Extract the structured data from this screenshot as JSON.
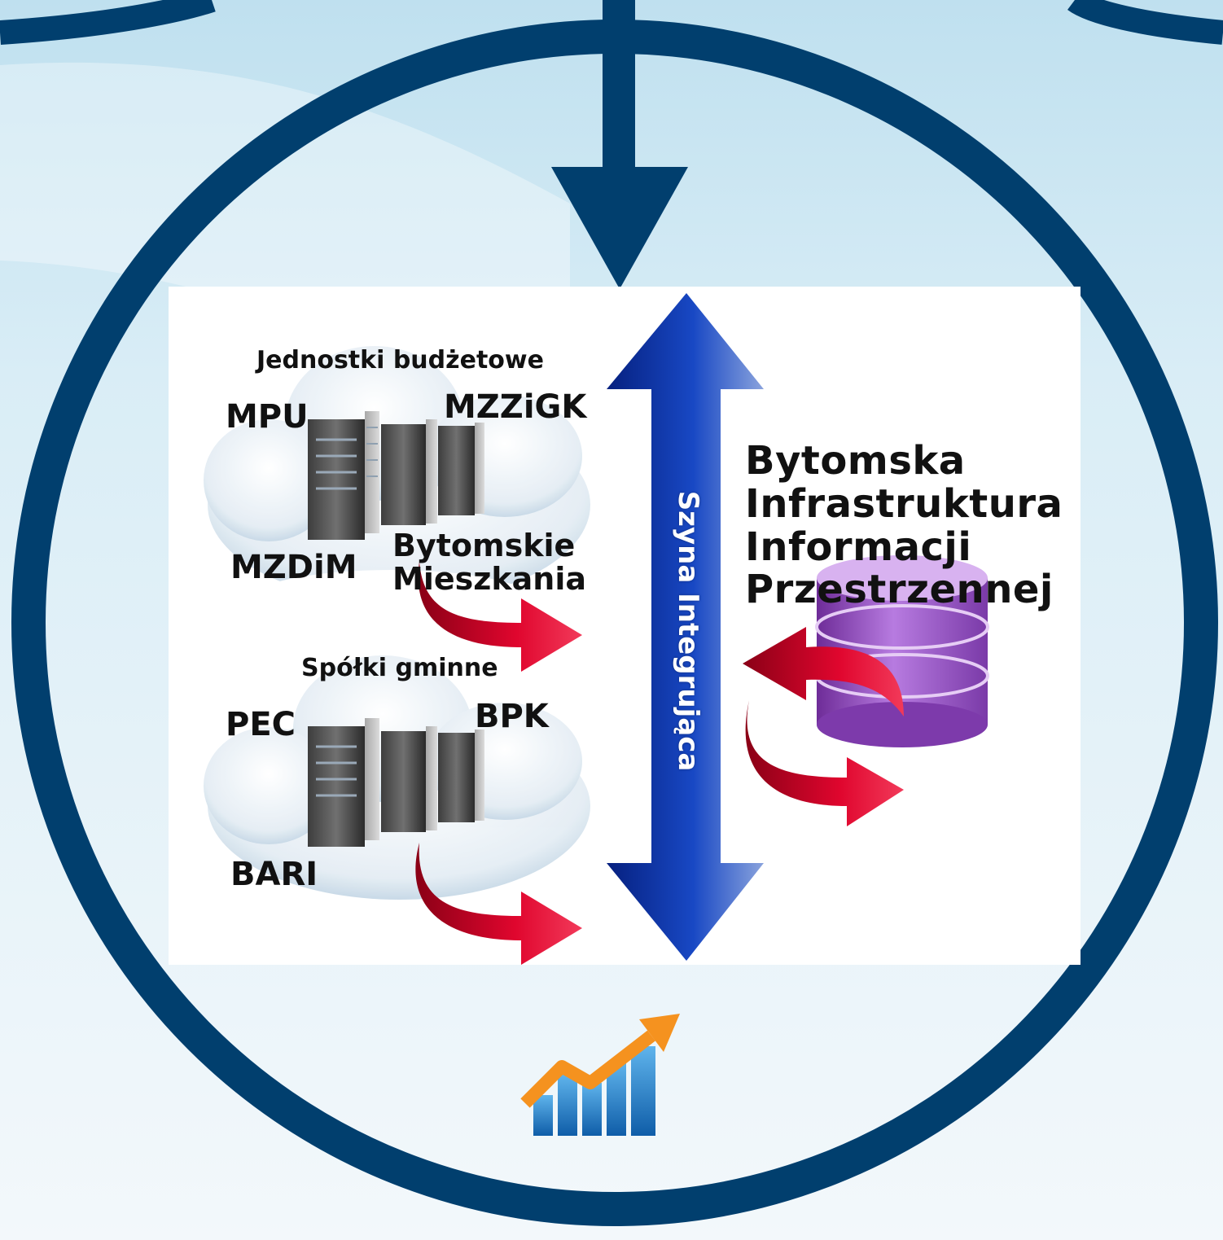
{
  "diagram": {
    "groups": [
      {
        "title": "Jednostki budżetowe",
        "members": [
          "MPU",
          "MZZiGK",
          "MZDiM",
          "Bytomskie",
          "Mieszkania"
        ]
      },
      {
        "title": "Spółki gminne",
        "members": [
          "PEC",
          "BPK",
          "BARI"
        ]
      }
    ],
    "bus_label": "Szyna Integrująca",
    "system_title_lines": [
      "Bytomska",
      "Infrastruktura",
      "Informacji",
      "Przestrzennej"
    ]
  },
  "icons": {
    "top_arrow": "down-arrow-icon",
    "bus_arrow": "double-vertical-arrow-icon",
    "servers": "server-rack-icon",
    "clouds": "cloud-icon",
    "database": "database-icon",
    "sync": "sync-arrows-icon",
    "red_arrows": "curved-arrow-icon",
    "growth_chart": "growth-chart-icon"
  },
  "colors": {
    "ring": "#013f6e",
    "bus_arrow": "#0c2ea3",
    "red_arrow": "#d8002b",
    "database": "#9a52c4",
    "growth_arrow": "#f5921f",
    "growth_bars": "#2b86c8"
  }
}
